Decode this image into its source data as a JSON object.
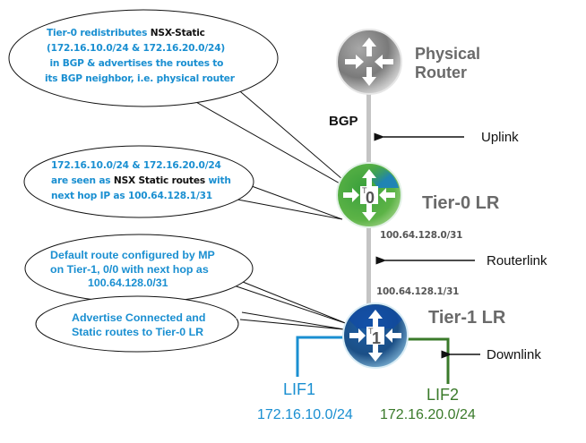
{
  "colors": {
    "annotation_blue": "#1a8fd1",
    "lif1_blue": "#1a8fd1",
    "lif2_green": "#3a7a2a",
    "link_gray": "#c4c4c4",
    "router_label_gray": "#6a6a6a"
  },
  "routers": {
    "physical": {
      "name_line1": "Physical",
      "name_line2": "Router",
      "icon": "physical-router-icon"
    },
    "tier0": {
      "name": "Tier-0 LR",
      "icon": "tier0-router-icon",
      "badge": "0",
      "badge_prefix": "T"
    },
    "tier1": {
      "name": "Tier-1 LR",
      "icon": "tier1-router-icon",
      "badge": "1",
      "badge_prefix": "T"
    }
  },
  "links": {
    "bgp_label": "BGP",
    "uplink": "Uplink",
    "routerlink": "Routerlink",
    "downlink": "Downlink",
    "tier0_routerlink_ip": "100.64.128.0/31",
    "tier1_routerlink_ip": "100.64.128.1/31"
  },
  "interfaces": {
    "lif1": {
      "name": "LIF1",
      "subnet": "172.16.10.0/24"
    },
    "lif2": {
      "name": "LIF2",
      "subnet": "172.16.20.0/24"
    }
  },
  "callouts": {
    "redistribute": {
      "line1_a": "Tier-0 redistributes ",
      "line1_b": "NSX-Static",
      "line2": "(172.16.10.0/24 & 172.16.20.0/24)",
      "line3": " in BGP & advertises the routes to",
      "line4": "its BGP neighbor, i.e. physical router"
    },
    "seen_as": {
      "line1": "172.16.10.0/24 & 172.16.20.0/24",
      "line2_a": "are seen as ",
      "line2_b": "NSX Static routes",
      "line2_c": " with",
      "line3": "next hop IP as 100.64.128.1/31"
    },
    "default_route": {
      "line1": "Default route configured by MP",
      "line2": "on Tier-1, 0/0 with next hop as",
      "line3": "100.64.128.0/31"
    },
    "advertise": {
      "line1": "Advertise Connected and",
      "line2": "Static routes to Tier-0 LR"
    }
  }
}
